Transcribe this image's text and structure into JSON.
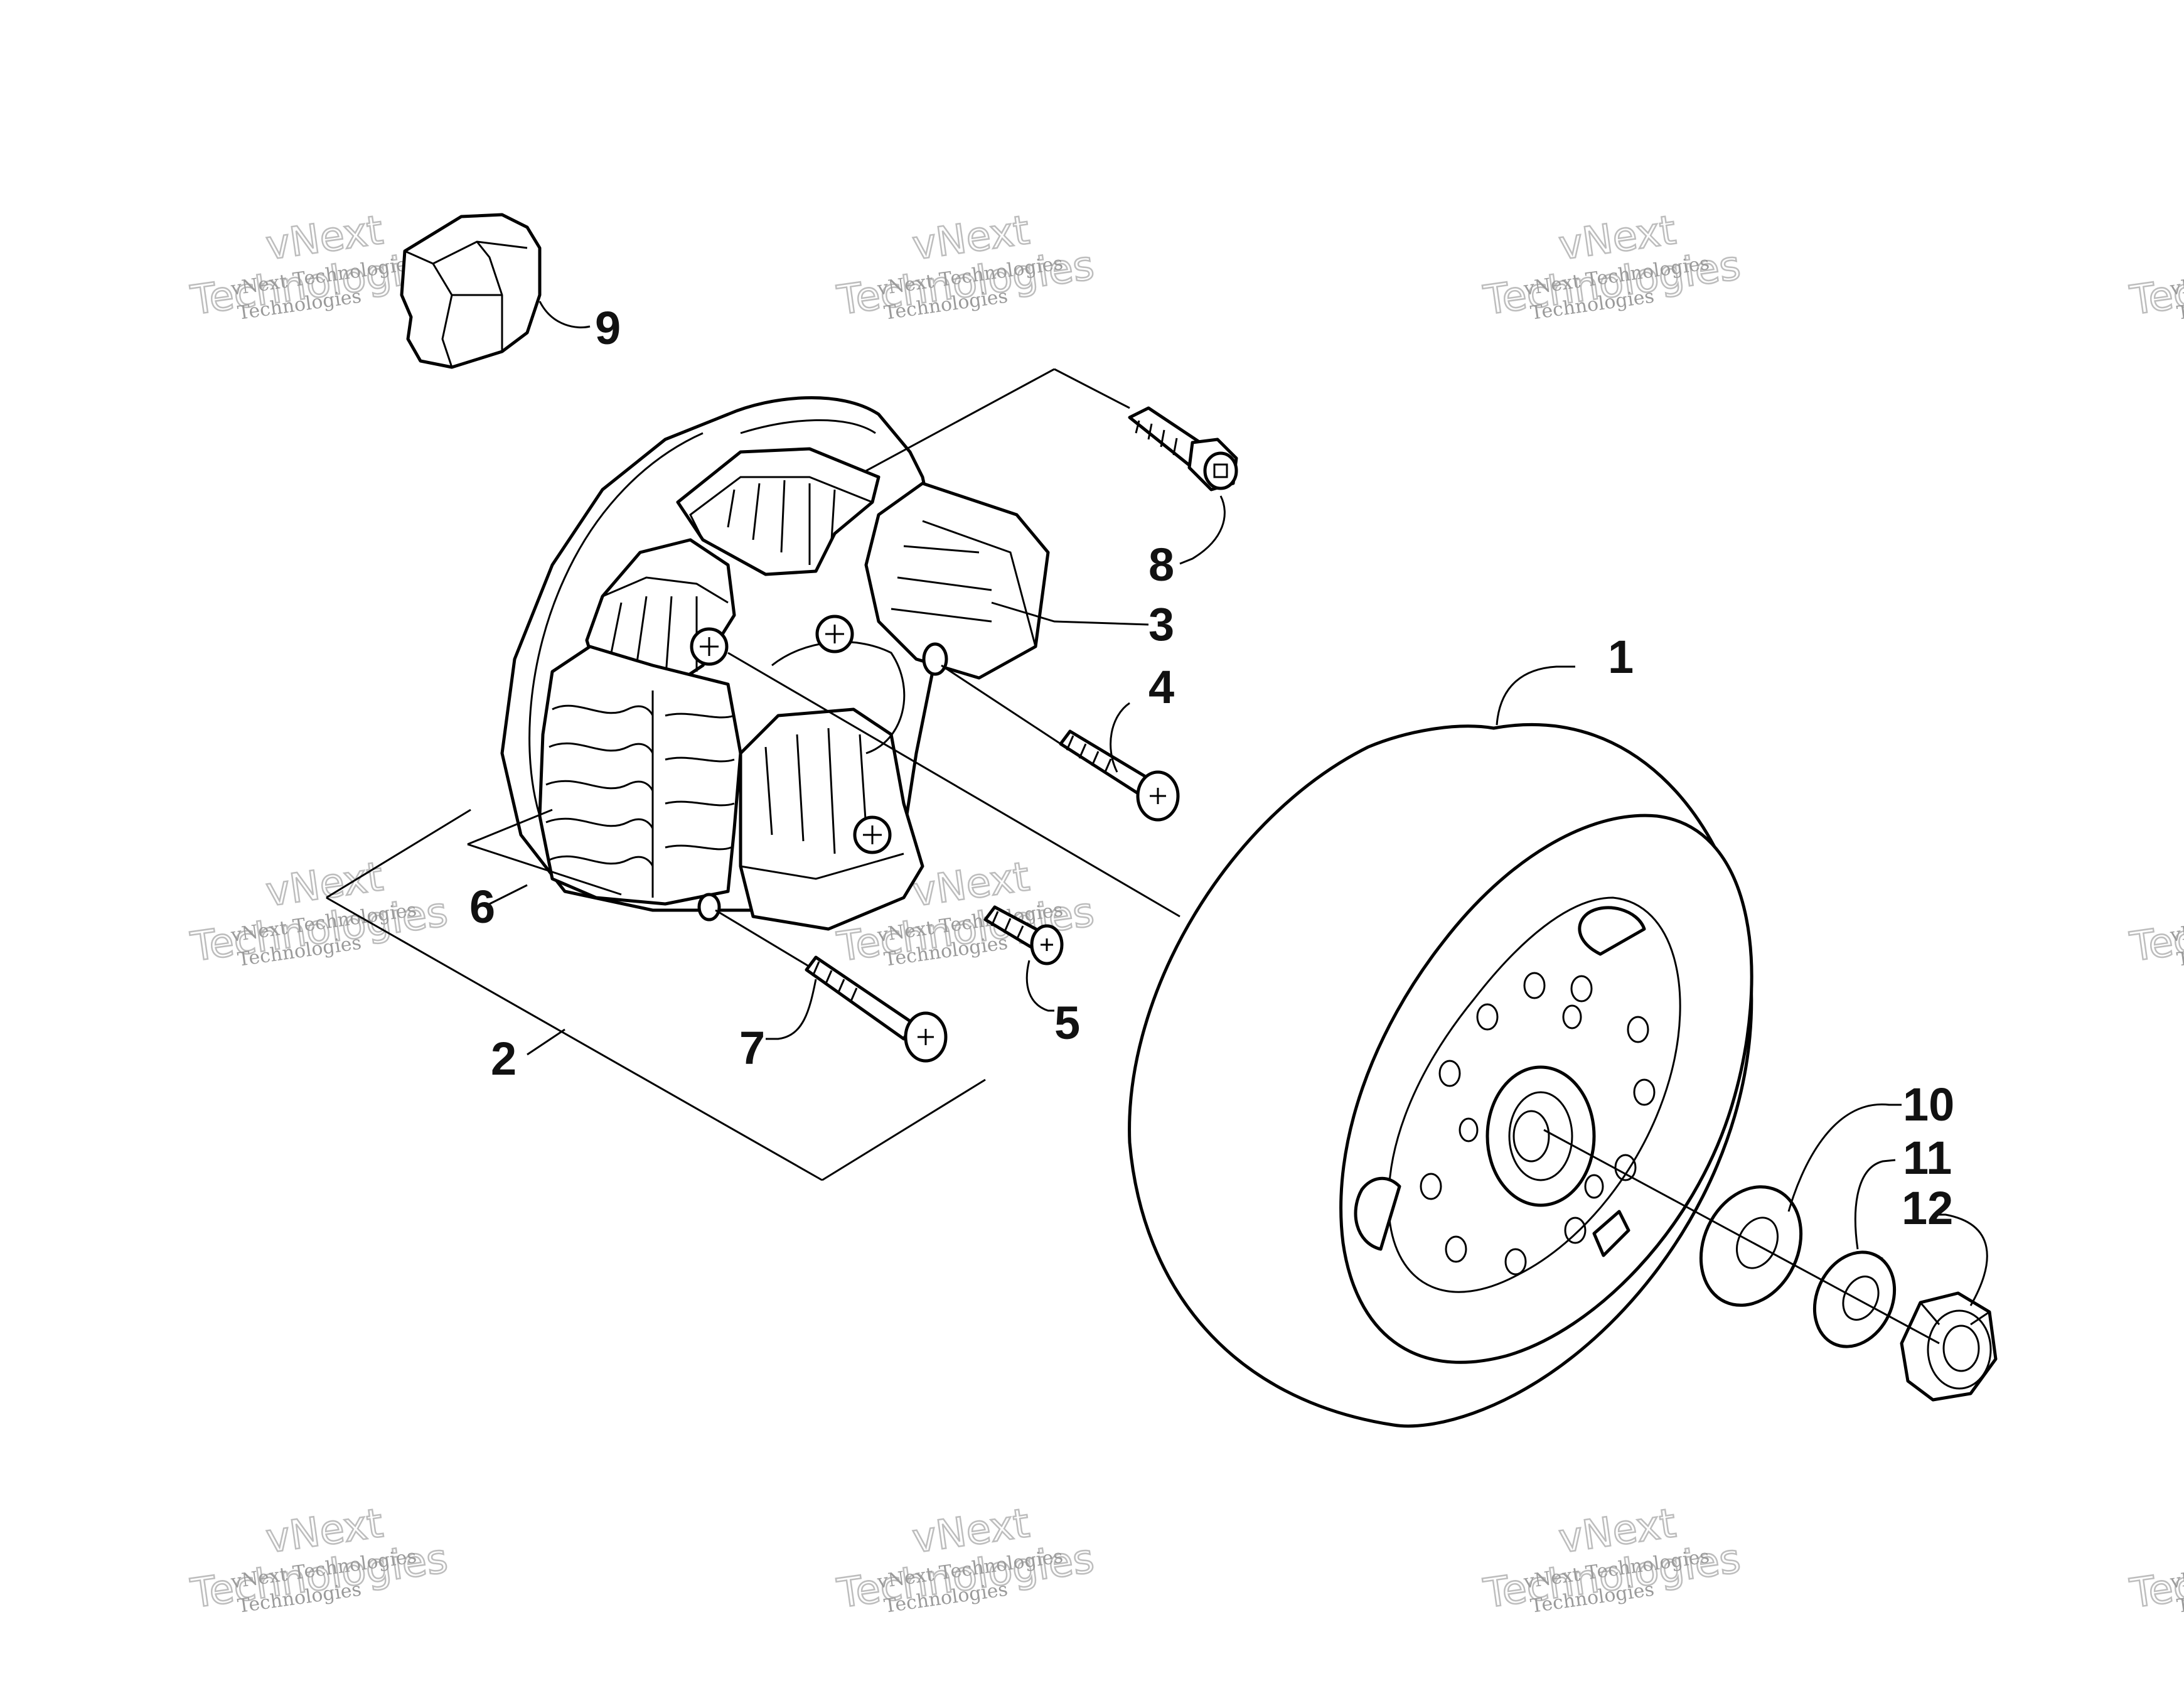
{
  "parts": [
    {
      "ref": "1"
    },
    {
      "ref": "2"
    },
    {
      "ref": "3"
    },
    {
      "ref": "4"
    },
    {
      "ref": "5"
    },
    {
      "ref": "6"
    },
    {
      "ref": "7"
    },
    {
      "ref": "8"
    },
    {
      "ref": "9"
    },
    {
      "ref": "10"
    },
    {
      "ref": "11"
    },
    {
      "ref": "12"
    }
  ],
  "watermark": {
    "brand": "vNext",
    "company": "vNext Technologies",
    "word": "Technologies"
  }
}
